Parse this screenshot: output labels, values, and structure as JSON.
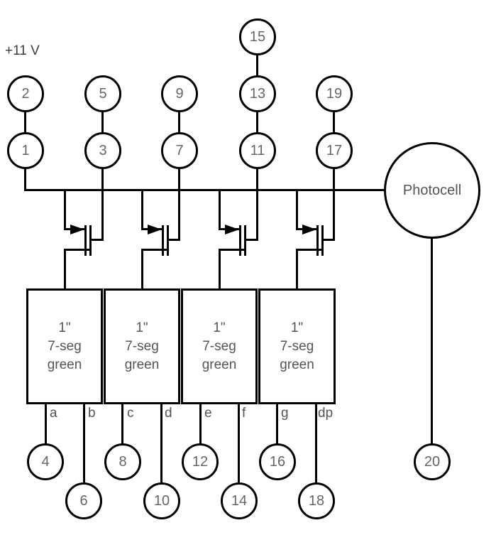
{
  "supply": {
    "label": "+11 V"
  },
  "photocell": {
    "label": "Photocell"
  },
  "terminals": {
    "t1": "1",
    "t2": "2",
    "t3": "3",
    "t4": "4",
    "t5": "5",
    "t6": "6",
    "t7": "7",
    "t8": "8",
    "t9": "9",
    "t10": "10",
    "t11": "11",
    "t12": "12",
    "t13": "13",
    "t14": "14",
    "t15": "15",
    "t16": "16",
    "t17": "17",
    "t18": "18",
    "t19": "19",
    "t20": "20"
  },
  "displays": [
    {
      "size": "1\"",
      "kind": "7-seg",
      "color": "green"
    },
    {
      "size": "1\"",
      "kind": "7-seg",
      "color": "green"
    },
    {
      "size": "1\"",
      "kind": "7-seg",
      "color": "green"
    },
    {
      "size": "1\"",
      "kind": "7-seg",
      "color": "green"
    }
  ],
  "segment_pins": {
    "a": "a",
    "b": "b",
    "c": "c",
    "d": "d",
    "e": "e",
    "f": "f",
    "g": "g",
    "dp": "dp"
  },
  "colors": {
    "wire": "#000000",
    "text": "#5f5f5f",
    "supply_text": "#3d3d3d"
  }
}
